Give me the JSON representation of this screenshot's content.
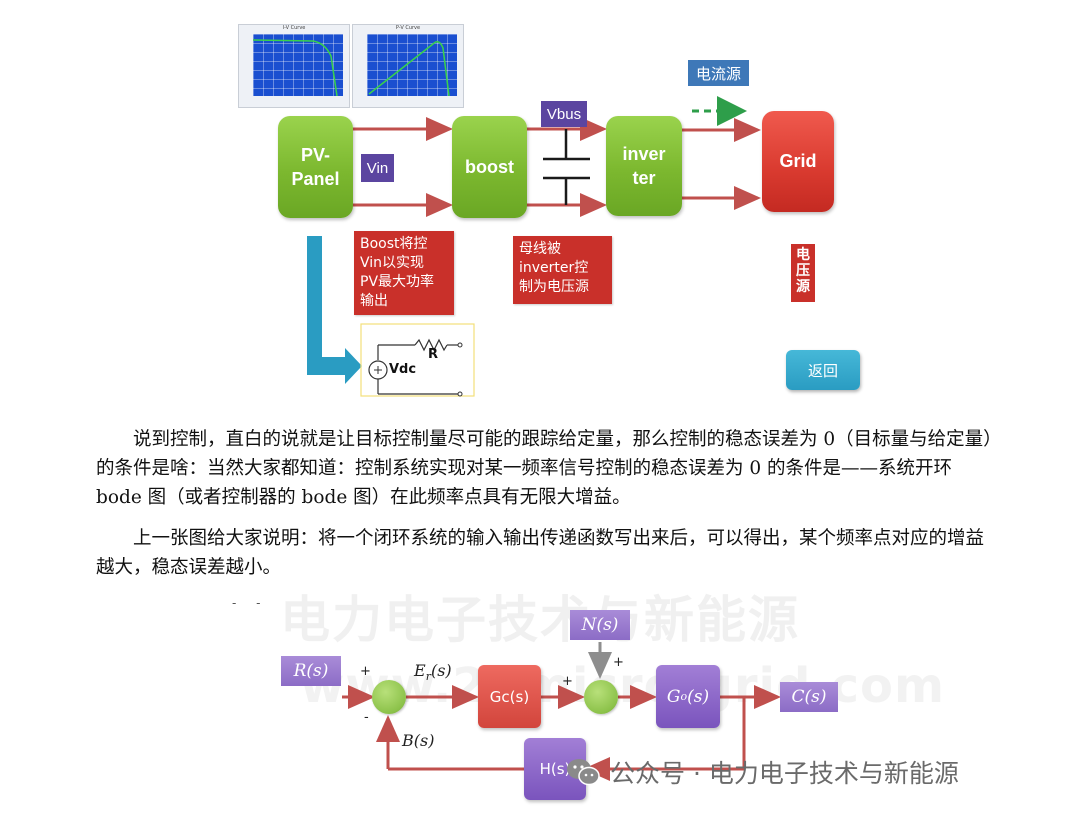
{
  "top_diagram": {
    "mini_charts": [
      {
        "title": "I-V Curve"
      },
      {
        "title": "P-V Curve"
      }
    ],
    "blocks": {
      "pv_panel": "PV-\nPanel",
      "boost": "boost",
      "inverter": "inver\nter",
      "grid": "Grid"
    },
    "labels": {
      "vin": "Vin",
      "vbus": "Vbus",
      "current_source": "电流源"
    },
    "notes": {
      "boost_note": "Boost将控\nVin以实现\nPV最大功率\n输出",
      "bus_note": "母线被\ninverter控\n制为电压源",
      "voltage_source": "电\n压\n源"
    },
    "circuit": {
      "vdc": "Vdc",
      "r": "R"
    },
    "back_button": "返回"
  },
  "paragraphs": [
    "说到控制，直白的说就是让目标控制量尽可能的跟踪给定量，那么控制的稳态误差为 0（目标量与给定量）的条件是啥：当然大家都知道：控制系统实现对某一频率信号控制的稳态误差为 0 的条件是——系统开环 bode 图（或者控制器的 bode 图）在此频率点具有无限大增益。",
    "上一张图给大家说明：将一个闭环系统的输入输出传递函数写出来后，可以得出，某个频率点对应的增益越大，稳态误差越小。"
  ],
  "block_diagram": {
    "input": "R(s)",
    "noise": "N(s)",
    "output": "C(s)",
    "error": "E",
    "error_sub": "r",
    "error_tail": "(s)",
    "feedback_signal": "B(s)",
    "controller": "Gc(s)",
    "plant": "G",
    "plant_sub": "o",
    "plant_tail": "(s)",
    "feedback": "H(s)",
    "sign_plus": "+",
    "sign_minus": "-",
    "dash_marks": "- -"
  },
  "watermarks": {
    "big": "电力电子技术与新能源",
    "url": "www.21micro-grid.com",
    "wechat": "公众号 · 电力电子技术与新能源"
  },
  "colors": {
    "wire_red": "#c0504d",
    "green_block": "#7cb82f",
    "red_block": "#d93a2f",
    "purple_label": "#5b45a0",
    "blue_label": "#3e78b8",
    "teal_arrow": "#2a9cc2",
    "dashed_arrow": "#2e9e4a"
  }
}
